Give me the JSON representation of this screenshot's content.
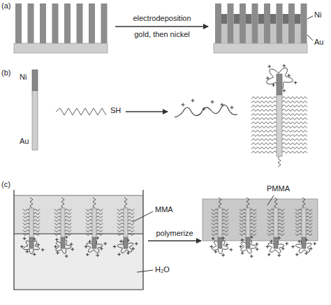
{
  "diagram": {
    "labels": [
      "(a)",
      "electrodeposition",
      "gold, then nickel",
      "Ni",
      "Au",
      "(b)",
      "Ni",
      "Au",
      "SH",
      "(c)",
      "MMA",
      "H₂O",
      "polymerize",
      "PMMA"
    ]
  }
}
